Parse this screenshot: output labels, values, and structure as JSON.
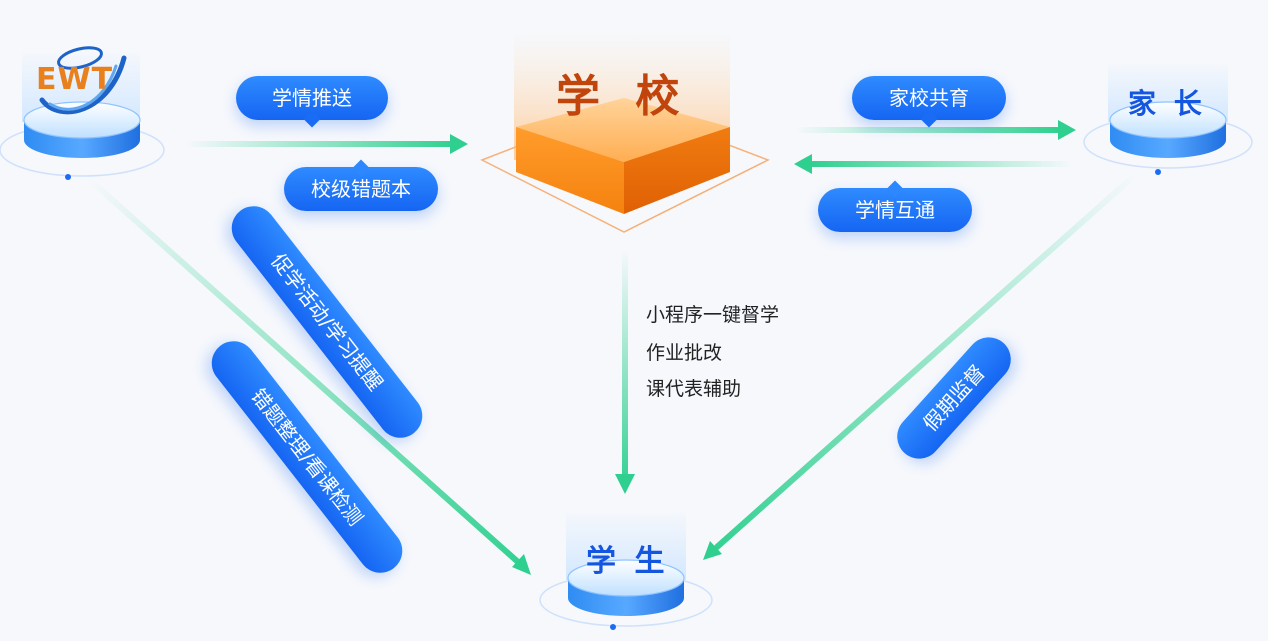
{
  "logo": {
    "text": "EWT"
  },
  "nodes": {
    "school": "学 校",
    "parent": "家 长",
    "student": "学 生"
  },
  "edges": {
    "ewt_to_school": {
      "top_label": "学情推送",
      "bottom_label": "校级错题本"
    },
    "school_parent": {
      "top_label": "家校共育",
      "bottom_label": "学情互通"
    },
    "ewt_to_student": {
      "label_1": "促学活动/学习提醒",
      "label_2": "错题整理/看课检测"
    },
    "parent_to_student": {
      "label": "假期监督"
    },
    "school_to_student": {
      "notes": [
        "小程序一键督学",
        "作业批改",
        "课代表辅助"
      ]
    }
  },
  "colors": {
    "pill": "#1a6cf4",
    "arrow": "#2fd08f",
    "school": "#f5820f",
    "node_label": "#1456e0"
  }
}
